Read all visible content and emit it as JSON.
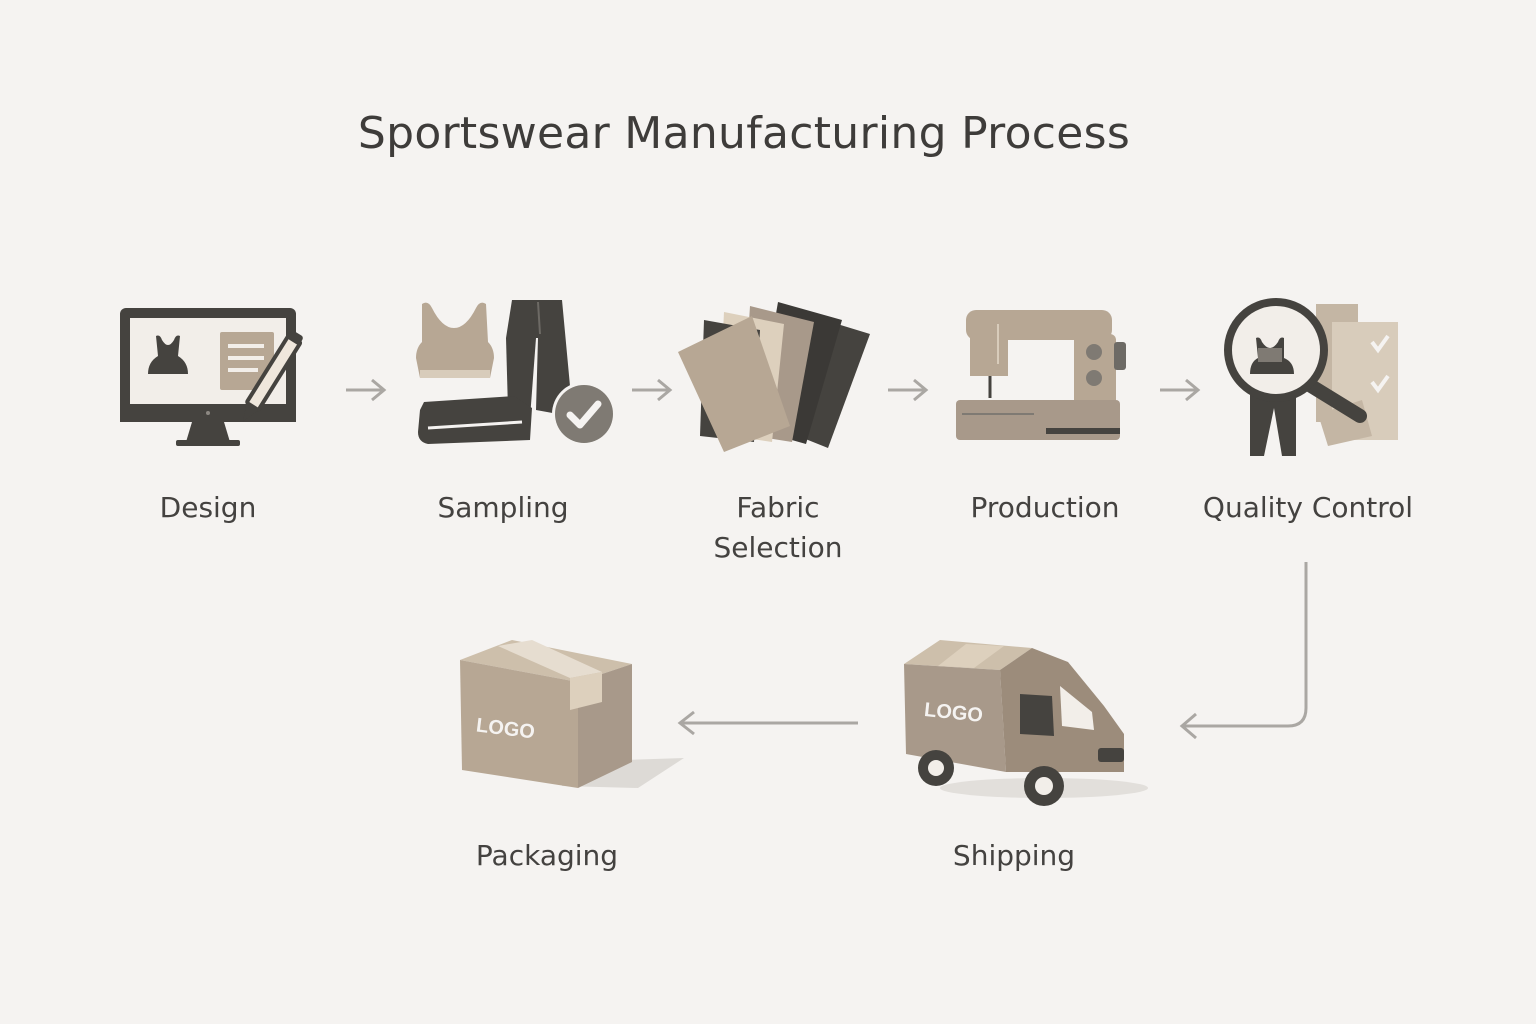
{
  "title": "Sportswear Manufacturing Process",
  "steps": [
    {
      "label": "Design",
      "icon": "monitor-design-icon"
    },
    {
      "label": "Sampling",
      "icon": "garment-sample-check-icon"
    },
    {
      "label": "Fabric\nSelection",
      "icon": "fabric-swatches-icon"
    },
    {
      "label": "Production",
      "icon": "sewing-machine-icon"
    },
    {
      "label": "Quality Control",
      "icon": "magnifier-checklist-icon"
    },
    {
      "label": "Shipping",
      "icon": "delivery-van-icon"
    },
    {
      "label": "Packaging",
      "icon": "cardboard-box-icon"
    }
  ],
  "van_logo": "LOGO",
  "box_logo": "LOGO",
  "colors": {
    "background": "#f5f3f1",
    "dark": "#45433f",
    "taupe": "#b7a794",
    "light_taupe": "#d8ccbb",
    "arrow": "#aaa7a3"
  }
}
